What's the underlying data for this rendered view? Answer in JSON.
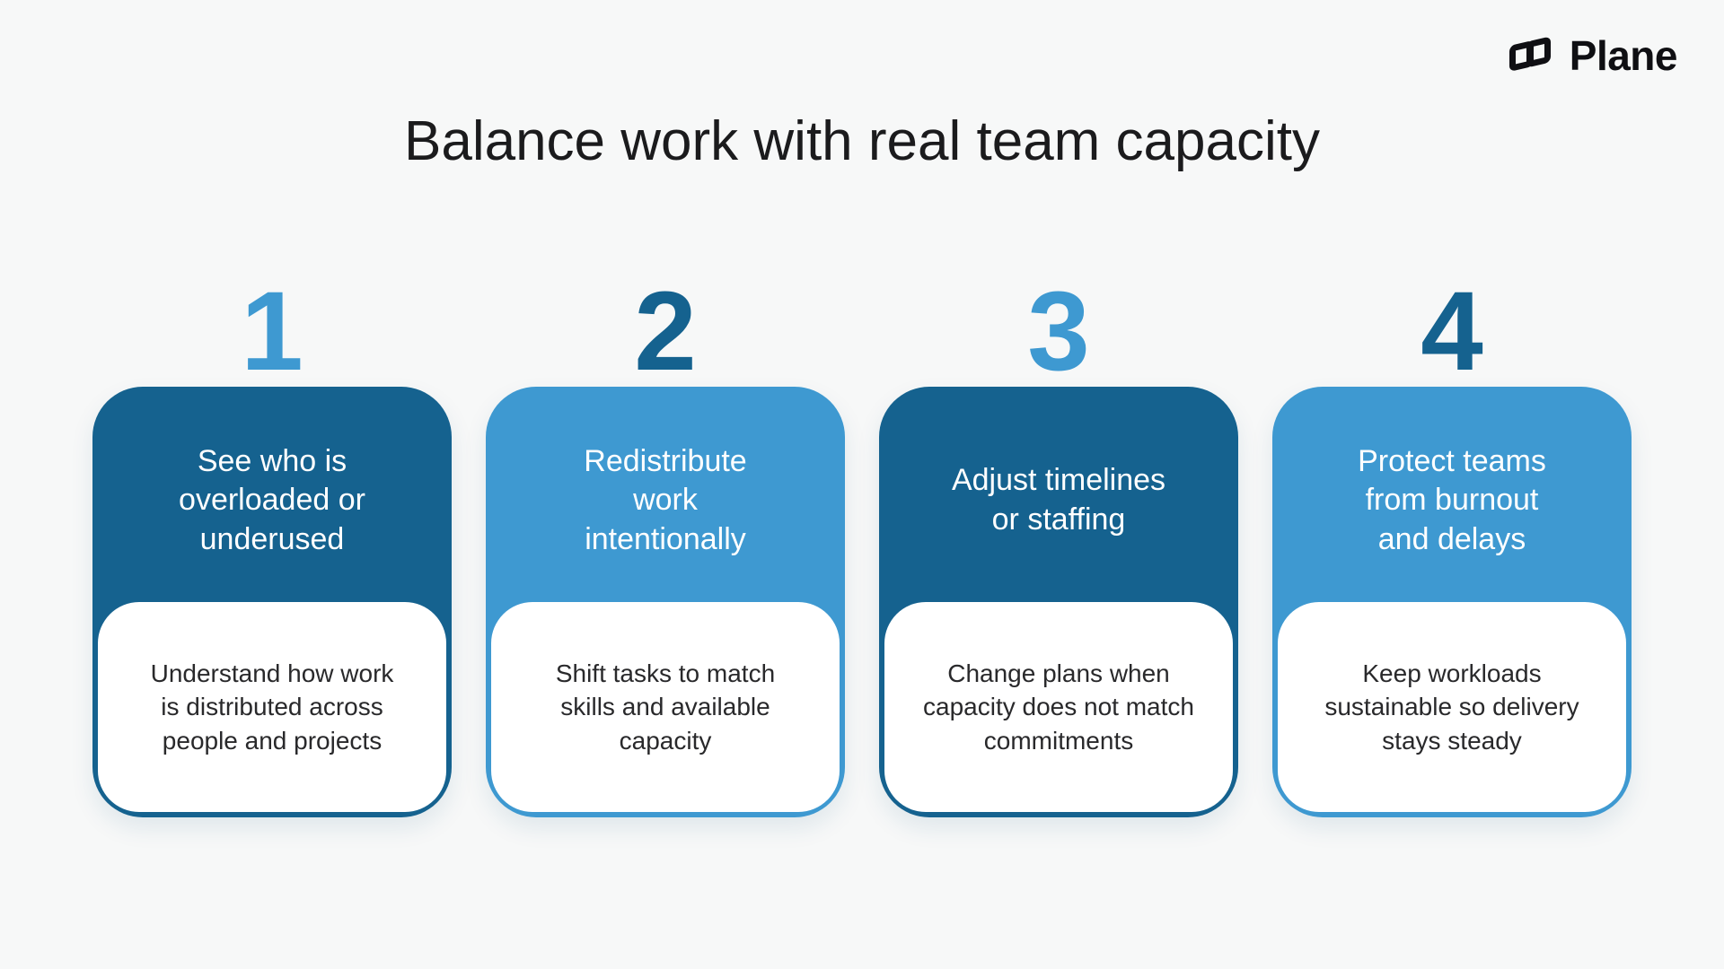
{
  "brand": {
    "name": "Plane",
    "mark_icon": "plane-logo-icon"
  },
  "title": "Balance work with real team capacity",
  "colors": {
    "dark_blue": "#15628f",
    "light_blue": "#3e99d1",
    "background": "#f7f8f8",
    "title_text": "#1b1b1d",
    "heading_text": "#ffffff",
    "description_text": "#29292b",
    "panel_white": "#ffffff",
    "logo_text": "#0f0f13"
  },
  "steps": [
    {
      "number": "1",
      "theme": "dark",
      "heading": "See who is\noverloaded or\nunderused",
      "description": "Understand how work\nis distributed across\npeople and projects"
    },
    {
      "number": "2",
      "theme": "light",
      "heading": "Redistribute\nwork\nintentionally",
      "description": "Shift tasks to match\nskills and available\ncapacity"
    },
    {
      "number": "3",
      "theme": "dark",
      "heading": "Adjust timelines\nor staffing",
      "description": "Change plans when\ncapacity does not match\ncommitments"
    },
    {
      "number": "4",
      "theme": "light",
      "heading": "Protect teams\nfrom burnout\nand delays",
      "description": "Keep workloads\nsustainable so delivery\nstays steady"
    }
  ]
}
